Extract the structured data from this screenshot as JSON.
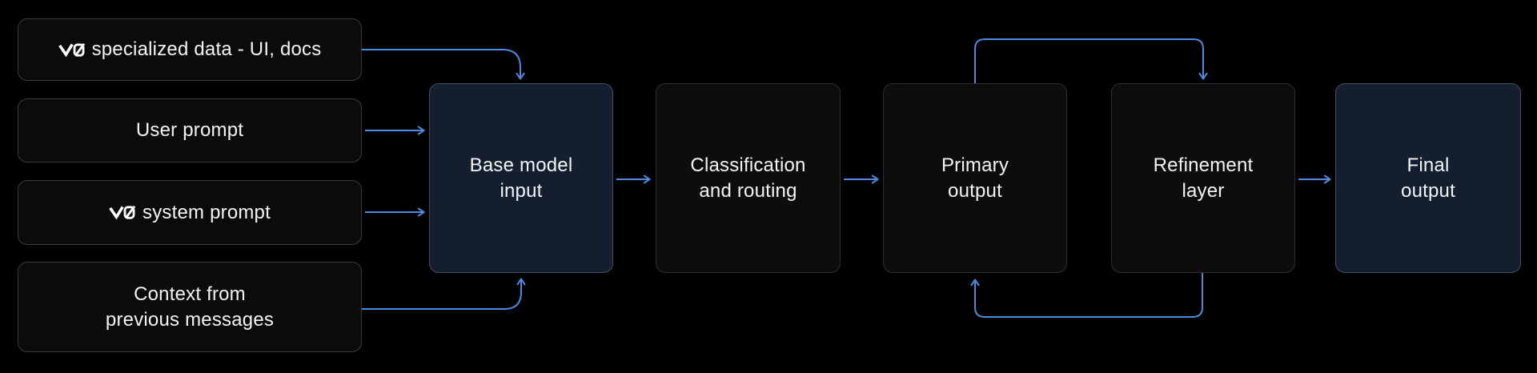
{
  "background": "#000000",
  "colors": {
    "arrow": "#4b8ae0",
    "node_fill_dark": "#0d0d0d",
    "node_fill_navy": "#131f2e",
    "node_border_dark": "#2e2e2e",
    "node_border_navy": "#415062",
    "text": "#f4f4f4",
    "logo": "#ffffff"
  },
  "diagram": {
    "inputs": [
      {
        "id": "specialized-data",
        "icon": "v0-logo-icon",
        "label": "specialized data - UI, docs"
      },
      {
        "id": "user-prompt",
        "label": "User prompt"
      },
      {
        "id": "system-prompt",
        "icon": "v0-logo-icon",
        "label": "system prompt"
      },
      {
        "id": "context-previous-messages",
        "label": "Context from\nprevious messages"
      }
    ],
    "stages": [
      {
        "id": "base-model-input",
        "label": "Base model\ninput",
        "variant": "navy"
      },
      {
        "id": "classification-routing",
        "label": "Classification\nand routing",
        "variant": "dark"
      },
      {
        "id": "primary-output",
        "label": "Primary\noutput",
        "variant": "dark"
      },
      {
        "id": "refinement-layer",
        "label": "Refinement\nlayer",
        "variant": "dark"
      },
      {
        "id": "final-output",
        "label": "Final\noutput",
        "variant": "navy"
      }
    ],
    "edges": [
      {
        "from": "specialized-data",
        "to": "base-model-input",
        "enters": "top"
      },
      {
        "from": "user-prompt",
        "to": "base-model-input",
        "enters": "left"
      },
      {
        "from": "system-prompt",
        "to": "base-model-input",
        "enters": "left"
      },
      {
        "from": "context-previous-messages",
        "to": "base-model-input",
        "enters": "bottom"
      },
      {
        "from": "base-model-input",
        "to": "classification-routing",
        "enters": "left"
      },
      {
        "from": "classification-routing",
        "to": "primary-output",
        "enters": "left"
      },
      {
        "from": "primary-output",
        "to": "refinement-layer",
        "enters": "top"
      },
      {
        "from": "refinement-layer",
        "to": "primary-output",
        "enters": "bottom"
      },
      {
        "from": "refinement-layer",
        "to": "final-output",
        "enters": "left"
      }
    ]
  }
}
